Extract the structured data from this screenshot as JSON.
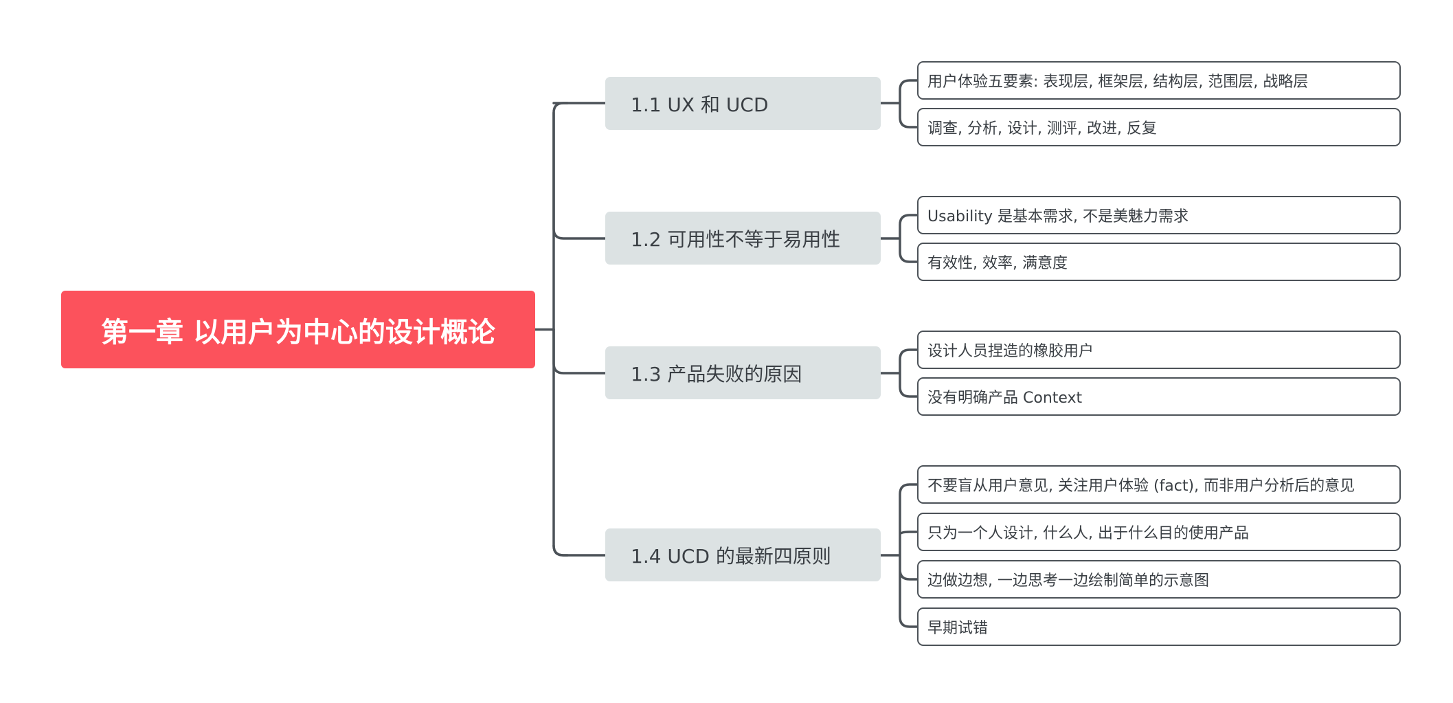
{
  "root": {
    "title": "第一章 以用户为中心的设计概论"
  },
  "colors": {
    "root_fill": "#fc525c",
    "branch_fill": "#dce2e3",
    "line": "#4c5258"
  },
  "branches": [
    {
      "label": "1.1 UX 和 UCD",
      "leaves": [
        "用户体验五要素: 表现层, 框架层, 结构层, 范围层, 战略层",
        "调查, 分析, 设计, 测评, 改进, 反复"
      ]
    },
    {
      "label": "1.2 可用性不等于易用性",
      "leaves": [
        "Usability 是基本需求, 不是美魅力需求",
        "有效性, 效率, 满意度"
      ]
    },
    {
      "label": "1.3 产品失败的原因",
      "leaves": [
        "设计人员捏造的橡胶用户",
        "没有明确产品 Context"
      ]
    },
    {
      "label": "1.4 UCD 的最新四原则",
      "leaves": [
        "不要盲从用户意见, 关注用户体验 (fact), 而非用户分析后的意见",
        "只为一个人设计, 什么人, 出于什么目的使用产品",
        "边做边想, 一边思考一边绘制简单的示意图",
        "早期试错"
      ]
    }
  ]
}
